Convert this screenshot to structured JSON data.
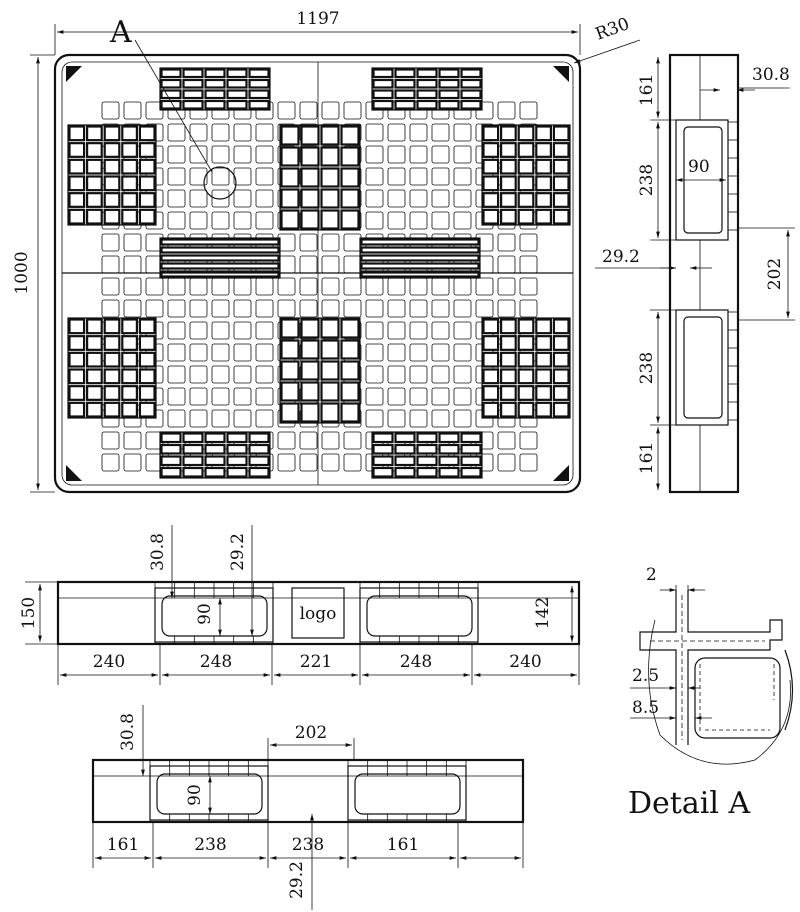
{
  "plan_view": {
    "callout": "A",
    "width_dim": "1197",
    "depth_dim": "1000",
    "radius_dim": "R30"
  },
  "side_view_right": {
    "dims": [
      "161",
      "238",
      "202",
      "238",
      "161"
    ],
    "deck_dim": "30.8",
    "opening_dim": "90",
    "offset_dim": "29.2"
  },
  "front_view": {
    "height_dim": "150",
    "deck_dim": "30.8",
    "offset_dim": "29.2",
    "opening_dim": "90",
    "inner_height_dim": "142",
    "logo": "logo",
    "segments": [
      "240",
      "248",
      "221",
      "248",
      "240"
    ]
  },
  "end_view": {
    "deck_dim": "30.8",
    "gap_dim": "202",
    "opening_dim": "90",
    "offset_dim": "29.2",
    "segments": [
      "161",
      "238",
      "238",
      "161"
    ]
  },
  "detail": {
    "title": "Detail A",
    "rib_dim": "2",
    "dim_a": "2.5",
    "dim_b": "8.5"
  }
}
